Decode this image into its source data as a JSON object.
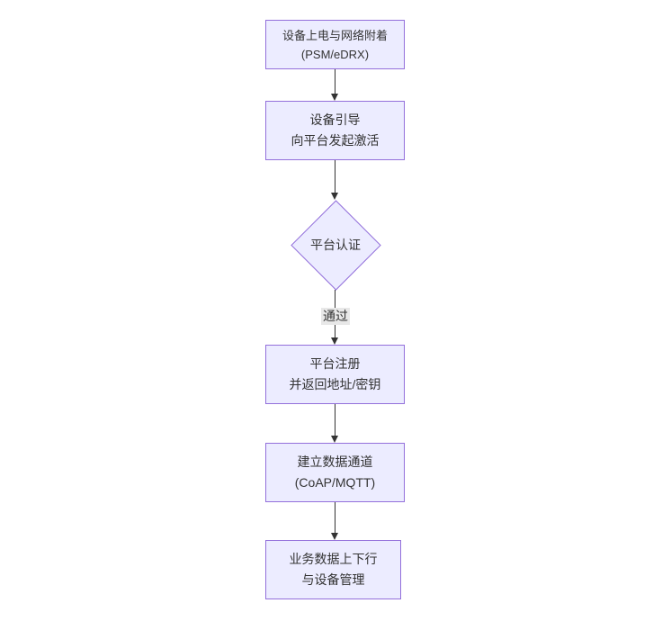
{
  "diagram": {
    "type": "flowchart-vertical",
    "colors": {
      "background": "#ffffff",
      "node-fill": "#ececff",
      "node-border": "#9370db",
      "node-text": "#333333",
      "edge-line": "#333333",
      "edge-label-bg": "#e8e8e8",
      "edge-label-text": "#333333"
    },
    "nodes": {
      "power_attach": {
        "label": "设备上电与网络附着\n(PSM/eDRX)"
      },
      "bootstrap": {
        "label": "设备引导\n向平台发起激活"
      },
      "auth": {
        "label": "平台认证"
      },
      "register": {
        "label": "平台注册\n并返回地址/密钥"
      },
      "channel": {
        "label": "建立数据通道\n(CoAP/MQTT)"
      },
      "business": {
        "label": "业务数据上下行\n与设备管理"
      }
    },
    "edge_labels": {
      "pass": "通过"
    }
  }
}
